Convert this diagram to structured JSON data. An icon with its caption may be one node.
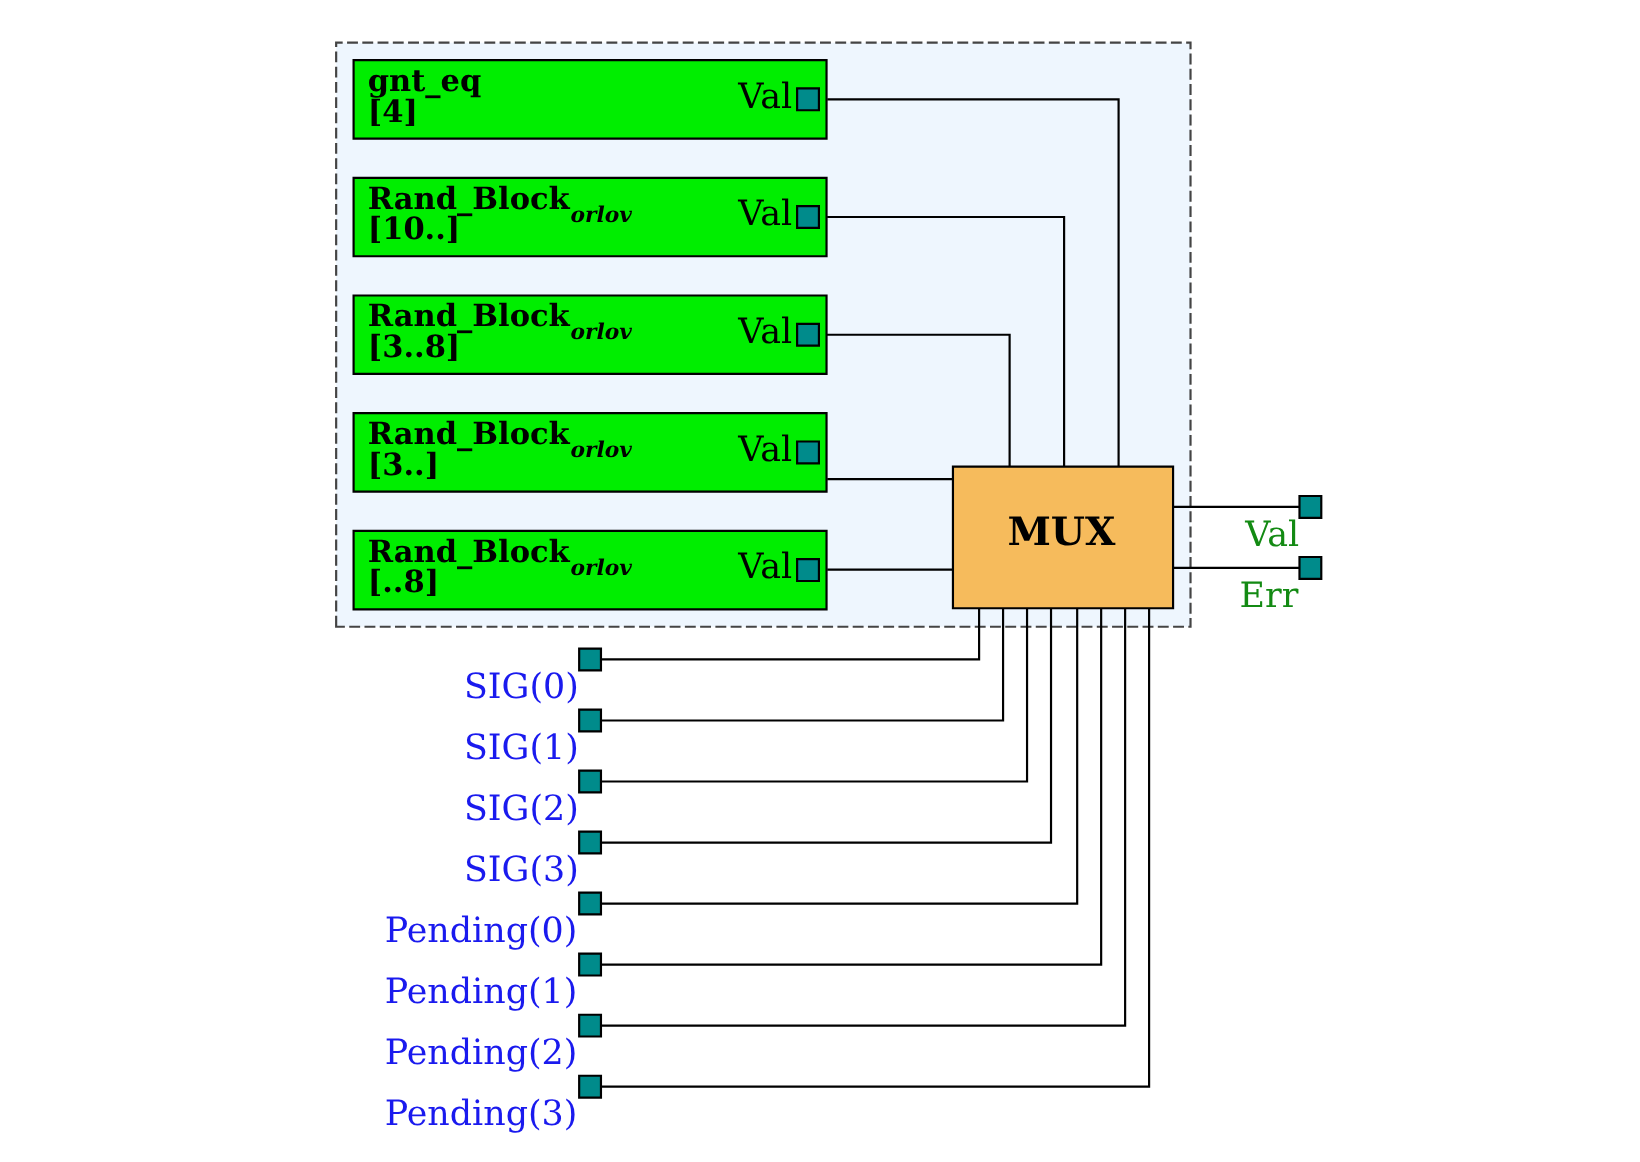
{
  "diagram": {
    "nodes": [
      {
        "text": [],
        "shape": "box"
      },
      {
        "text": [],
        "shape": "box",
        "beside": [
          "SIG(0)"
        ]
      },
      {
        "text": [],
        "shape": "box",
        "beside": [
          "SIG(1)"
        ]
      },
      {
        "text": [],
        "shape": "box",
        "beside": [
          "SIG(2)"
        ]
      },
      {
        "text": [],
        "shape": "box",
        "beside": [
          "SIG(3)"
        ]
      },
      {
        "text": [],
        "shape": "box",
        "beside": [
          "Pending(0)"
        ]
      },
      {
        "text": [],
        "shape": "box",
        "beside": [
          "Pending(1)"
        ]
      },
      {
        "text": [],
        "shape": "box",
        "beside": [
          "Pending(2)"
        ]
      },
      {
        "text": [],
        "shape": "box",
        "beside": [
          "Pending(3)"
        ]
      },
      {
        "text": [
          "gnt_eq",
          "[4]",
          "Val"
        ],
        "in": 0
      },
      {
        "text": [
          "Rand_Block$_{orlov}$",
          "[10..]",
          "Val"
        ],
        "in": 0
      },
      {
        "text": [
          "Rand_Block$_{orlov}$",
          "[3..8]",
          "Val"
        ],
        "in": 0
      },
      {
        "text": [
          "Rand_Block$_{orlov}$",
          "[3..]",
          "Val"
        ],
        "in": 0
      },
      {
        "text": [
          "Rand_Block$_{orlov}$",
          "[..8]",
          "Val"
        ],
        "in": 0
      },
      {
        "text": [
          "MUX"
        ],
        "in": 0
      },
      {
        "text": [],
        "shape": "box",
        "beside": [
          "Val"
        ]
      },
      {
        "text": [],
        "shape": "box",
        "beside": [
          "Err"
        ]
      }
    ],
    "edges": [
      {
        "from": 1,
        "to": 14,
        "arrow": "none"
      },
      {
        "from": 2,
        "to": 14,
        "arrow": "none"
      },
      {
        "from": 3,
        "to": 14,
        "arrow": "none"
      },
      {
        "from": 4,
        "to": 14,
        "arrow": "none"
      },
      {
        "from": 5,
        "to": 14,
        "arrow": "none"
      },
      {
        "from": 6,
        "to": 14,
        "arrow": "none"
      },
      {
        "from": 7,
        "to": 14,
        "arrow": "none"
      },
      {
        "from": 8,
        "to": 14,
        "arrow": "none"
      },
      {
        "from": 9,
        "to": 14,
        "arrow": "none"
      },
      {
        "from": 10,
        "to": 14,
        "arrow": "none"
      },
      {
        "from": 11,
        "to": 14,
        "arrow": "none"
      },
      {
        "from": 12,
        "to": 14,
        "arrow": "none"
      },
      {
        "from": 13,
        "to": 14,
        "arrow": "none"
      },
      {
        "from": 14,
        "to": 15,
        "arrow": "none"
      },
      {
        "from": 14,
        "to": 16,
        "arrow": "none"
      }
    ]
  }
}
